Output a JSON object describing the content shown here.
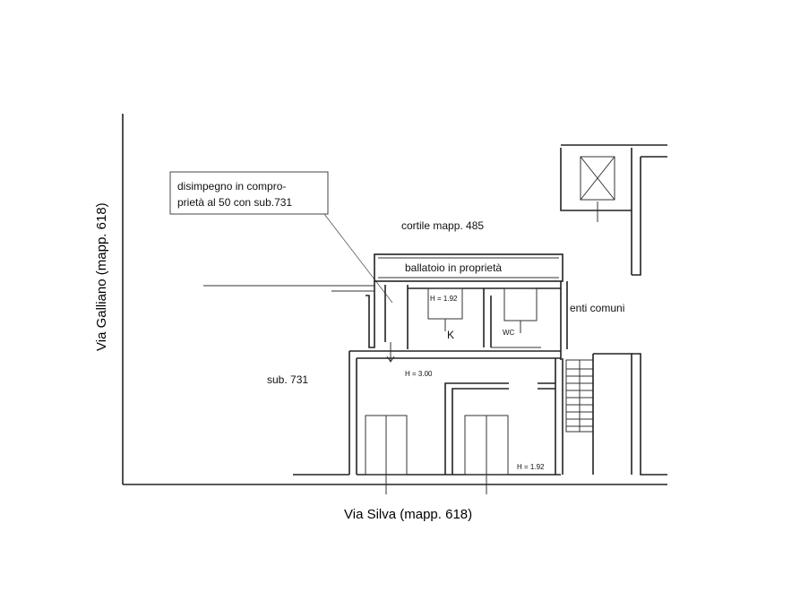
{
  "streets": {
    "left": "Via Galliano (mapp. 618)",
    "bottom": "Via Silva (mapp. 618)"
  },
  "labels": {
    "note_line1": "disimpegno in compro-",
    "note_line2": "prietà al 50 con sub.731",
    "courtyard": "cortile mapp. 485",
    "balcony": "ballatoio in proprietà",
    "common": "enti comuni",
    "neighbor": "sub. 731",
    "kitchen": "K",
    "wc": "WC",
    "h1": "H = 1.92",
    "h2": "H = 3.00",
    "h3": "H = 1.92"
  }
}
